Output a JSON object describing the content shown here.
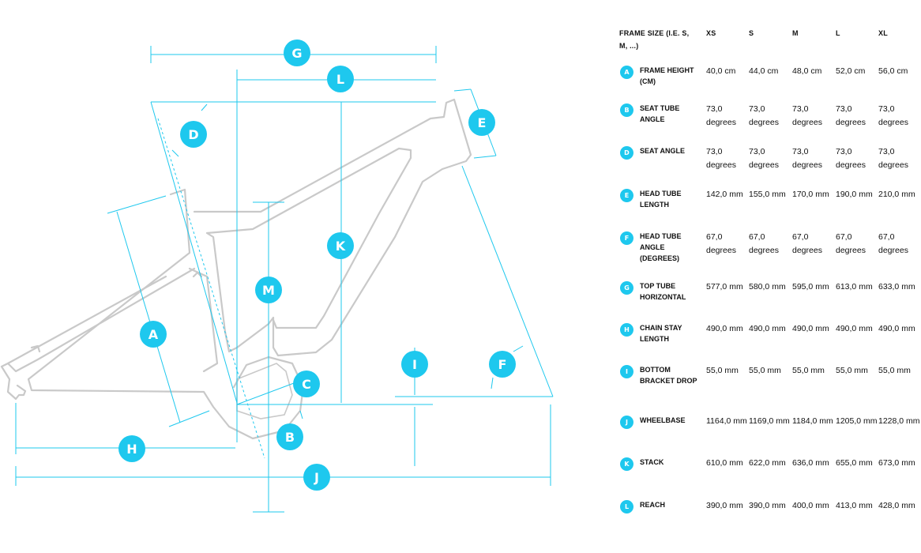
{
  "diagram": {
    "markers": [
      "G",
      "L",
      "D",
      "E",
      "K",
      "M",
      "A",
      "I",
      "F",
      "C",
      "H",
      "B",
      "J"
    ]
  },
  "table": {
    "header": {
      "label": "FRAME SIZE (I.E. S, M, ...)",
      "sizes": [
        "XS",
        "S",
        "M",
        "L",
        "XL"
      ]
    },
    "rows": [
      {
        "letter": "A",
        "label": "FRAME HEIGHT (CM)",
        "values": [
          "40,0 cm",
          "44,0 cm",
          "48,0 cm",
          "52,0 cm",
          "56,0 cm"
        ]
      },
      {
        "letter": "B",
        "label": "SEAT TUBE ANGLE",
        "values": [
          "73,0 degrees",
          "73,0 degrees",
          "73,0 degrees",
          "73,0 degrees",
          "73,0 degrees"
        ]
      },
      {
        "letter": "D",
        "label": "SEAT ANGLE",
        "values": [
          "73,0 degrees",
          "73,0 degrees",
          "73,0 degrees",
          "73,0 degrees",
          "73,0 degrees"
        ]
      },
      {
        "letter": "E",
        "label": "HEAD TUBE LENGTH",
        "values": [
          "142,0 mm",
          "155,0 mm",
          "170,0 mm",
          "190,0 mm",
          "210,0 mm"
        ]
      },
      {
        "letter": "F",
        "label": "HEAD TUBE ANGLE (DEGREES)",
        "values": [
          "67,0 degrees",
          "67,0 degrees",
          "67,0 degrees",
          "67,0 degrees",
          "67,0 degrees"
        ]
      },
      {
        "letter": "G",
        "label": "TOP TUBE HORIZONTAL",
        "values": [
          "577,0 mm",
          "580,0 mm",
          "595,0 mm",
          "613,0 mm",
          "633,0 mm"
        ]
      },
      {
        "letter": "H",
        "label": "CHAIN STAY LENGTH",
        "values": [
          "490,0 mm",
          "490,0 mm",
          "490,0 mm",
          "490,0 mm",
          "490,0 mm"
        ]
      },
      {
        "letter": "I",
        "label": "BOTTOM BRACKET DROP",
        "values": [
          "55,0 mm",
          "55,0 mm",
          "55,0 mm",
          "55,0 mm",
          "55,0 mm"
        ]
      },
      {
        "letter": "J",
        "label": "WHEELBASE",
        "values": [
          "1164,0 mm",
          "1169,0 mm",
          "1184,0 mm",
          "1205,0 mm",
          "1228,0 mm"
        ]
      },
      {
        "letter": "K",
        "label": "STACK",
        "values": [
          "610,0 mm",
          "622,0 mm",
          "636,0 mm",
          "655,0 mm",
          "673,0 mm"
        ]
      },
      {
        "letter": "L",
        "label": "REACH",
        "values": [
          "390,0 mm",
          "390,0 mm",
          "400,0 mm",
          "413,0 mm",
          "428,0 mm"
        ]
      }
    ]
  }
}
